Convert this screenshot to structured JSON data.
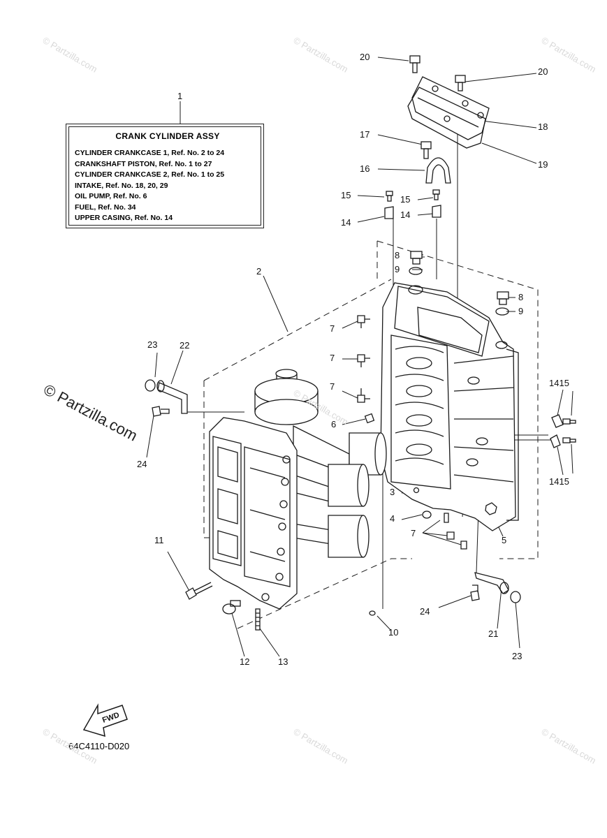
{
  "info_box": {
    "title": "CRANK CYLINDER ASSY",
    "lines": [
      "CYLINDER CRANKCASE 1, Ref. No. 2 to 24",
      "CRANKSHAFT PISTON,  Ref. No. 1 to 27",
      "CYLINDER CRANKCASE 2, Ref. No. 1 to 25",
      "INTAKE,  Ref. No. 18, 20, 29",
      "OIL PUMP,  Ref. No. 6",
      "FUEL,  Ref. No. 34",
      "UPPER CASING, Ref. No. 14"
    ]
  },
  "callouts": {
    "c1": "1",
    "c2": "2",
    "c3": "3",
    "c4": "4",
    "c5": "5",
    "c6": "6",
    "c7a": "7",
    "c7b": "7",
    "c7c": "7",
    "c7d": "7",
    "c8a": "8",
    "c8b": "8",
    "c9a": "9",
    "c9b": "9",
    "c10": "10",
    "c11": "11",
    "c12": "12",
    "c13": "13",
    "c14a": "14",
    "c14b": "14",
    "c15a": "15",
    "c15b": "15",
    "c16": "16",
    "c17": "17",
    "c18": "18",
    "c19": "19",
    "c20a": "20",
    "c20b": "20",
    "c21": "21",
    "c22": "22",
    "c23a": "23",
    "c23b": "23",
    "c24a": "24",
    "c24b": "24",
    "c1415a": "1415",
    "c1415b": "1415"
  },
  "fwd_label": "FWD",
  "diagram_code": "64C4110-D020",
  "watermark_small": "© Partzilla.com",
  "watermark_large": "© Partzilla.com"
}
